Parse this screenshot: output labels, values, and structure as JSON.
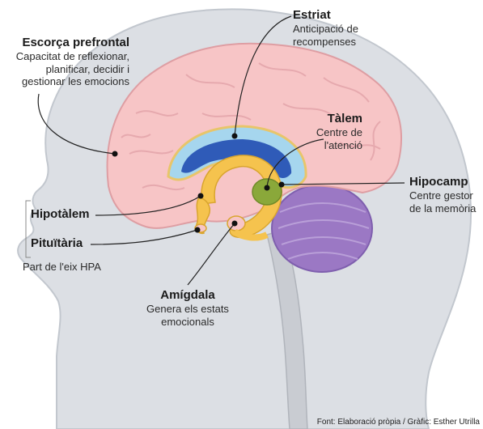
{
  "labels": {
    "prefrontal": {
      "title": "Escorça prefrontal",
      "desc": [
        "Capacitat de reflexionar,",
        "planificar, decidir i",
        "gestionar les emocions"
      ]
    },
    "striatum": {
      "title": "Estriat",
      "desc": [
        "Anticipació de",
        "recompenses"
      ]
    },
    "thalamus": {
      "title": "Tàlem",
      "desc": [
        "Centre de",
        "l'atenció"
      ]
    },
    "hippocampus": {
      "title": "Hipocamp",
      "desc": [
        "Centre gestor",
        "de la memòria"
      ]
    },
    "hypothalamus": {
      "title": "Hipotàlem"
    },
    "pituitary": {
      "title": "Pituïtària"
    },
    "hpa": {
      "text": "Part de l'eix HPA"
    },
    "amygdala": {
      "title": "Amígdala",
      "desc": [
        "Genera els estats",
        "emocionals"
      ]
    }
  },
  "source": "Font: Elaboració pròpia / Gràfic: Esther Utrilla",
  "colors": {
    "head": "#dcdfe4",
    "head_outline": "#c2c7ce",
    "cortex": "#f7c5c6",
    "cortex_outline": "#de9ea3",
    "striatum_outer": "#a6d6ee",
    "ventricle": "#2f5bb8",
    "thalamus": "#8aa83a",
    "limbic": "#f5c34e",
    "cerebellum": "#9b78c4",
    "brainstem": "#c9ccd2"
  }
}
